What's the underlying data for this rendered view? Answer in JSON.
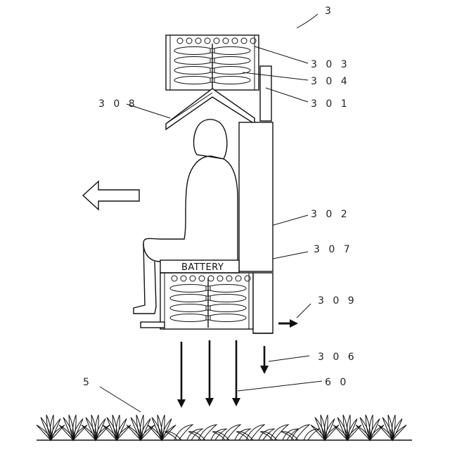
{
  "labels": {
    "ref_3": "3",
    "ref_303": "3 0 3",
    "ref_304": "3 0 4",
    "ref_301": "3 0 1",
    "ref_308": "3 0 8",
    "ref_302": "3 0 2",
    "ref_307": "3 0 7",
    "ref_309": "3 0 9",
    "ref_306": "3 0 6",
    "ref_5": "5",
    "ref_60": "6 0"
  },
  "battery_text": "BATTERY"
}
